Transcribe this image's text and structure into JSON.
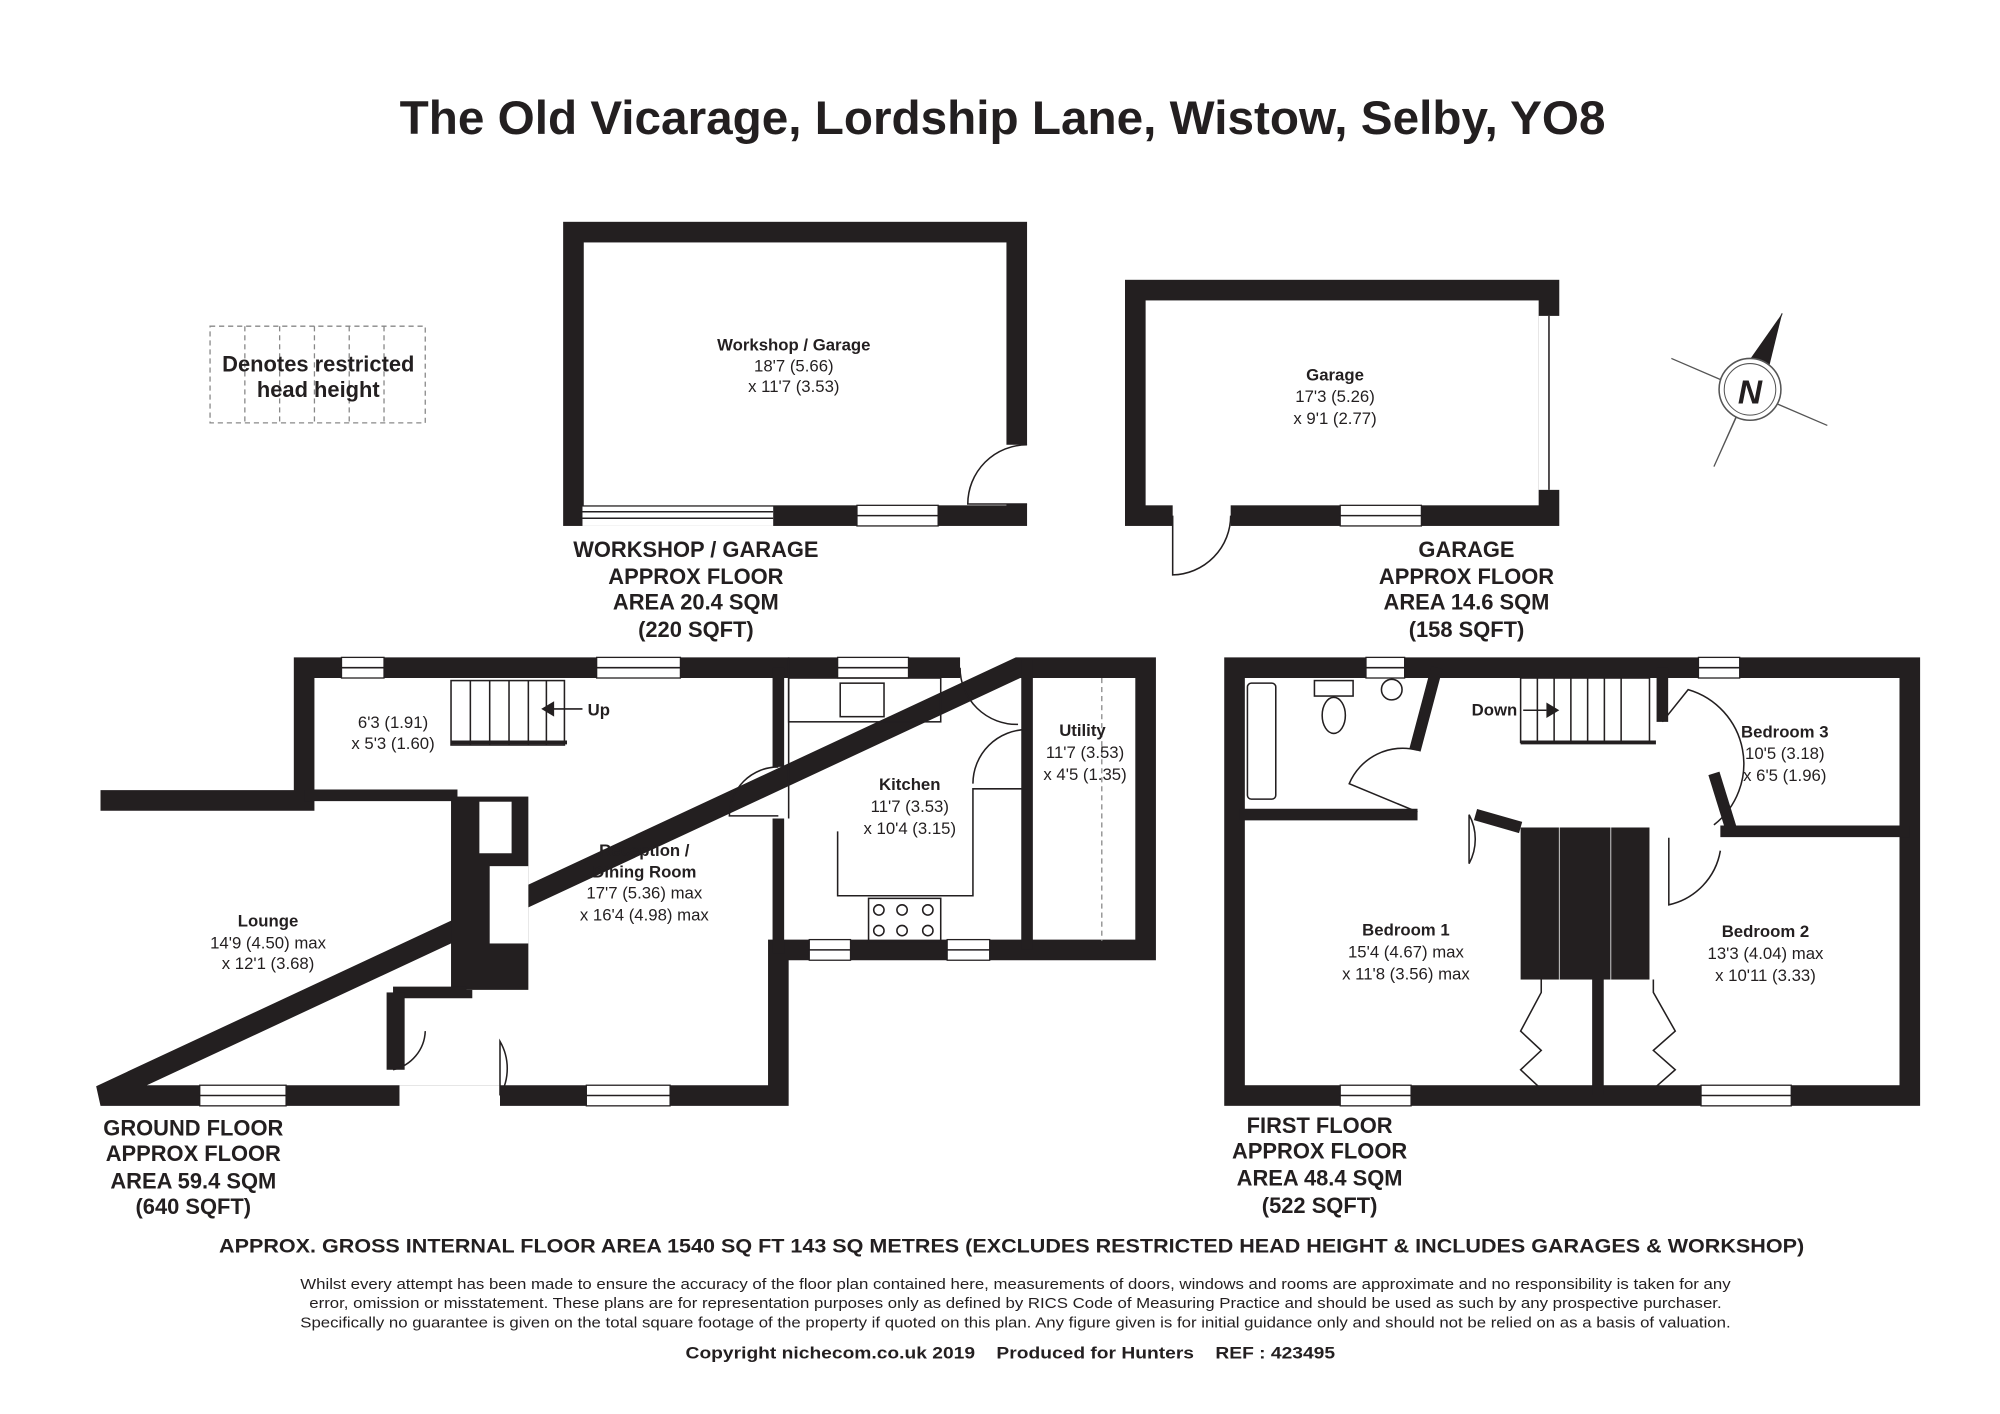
{
  "title": "The Old Vicarage, Lordship Lane, Wistow, Selby, YO8",
  "legend": {
    "line1": "Denotes restricted",
    "line2": "head height"
  },
  "compass": {
    "label": "N"
  },
  "workshop": {
    "room": {
      "name": "Workshop / Garage",
      "dim1": "18'7 (5.66)",
      "dim2": "x 11'7 (3.53)"
    },
    "caption": [
      "WORKSHOP / GARAGE",
      "APPROX FLOOR",
      "AREA 20.4 SQM",
      "(220 SQFT)"
    ]
  },
  "garage": {
    "room": {
      "name": "Garage",
      "dim1": "17'3 (5.26)",
      "dim2": "x 9'1 (2.77)"
    },
    "caption": [
      "GARAGE",
      "APPROX FLOOR",
      "AREA 14.6 SQM",
      "(158 SQFT)"
    ]
  },
  "ground_floor": {
    "rooms": {
      "store": {
        "dim1": "6'3 (1.91)",
        "dim2": "x 5'3 (1.60)"
      },
      "stairs_label": "Up",
      "lounge": {
        "name": "Lounge",
        "dim1": "14'9 (4.50) max",
        "dim2": "x 12'1 (3.68)"
      },
      "reception": {
        "name1": "Reception /",
        "name2": "Dining Room",
        "dim1": "17'7 (5.36) max",
        "dim2": "x 16'4 (4.98) max"
      },
      "kitchen": {
        "name": "Kitchen",
        "dim1": "11'7 (3.53)",
        "dim2": "x 10'4 (3.15)"
      },
      "utility": {
        "name": "Utility",
        "dim1": "11'7 (3.53)",
        "dim2": "x 4'5 (1.35)"
      }
    },
    "caption": [
      "GROUND FLOOR",
      "APPROX FLOOR",
      "AREA 59.4 SQM",
      "(640 SQFT)"
    ]
  },
  "first_floor": {
    "rooms": {
      "stairs_label": "Down",
      "bedroom3": {
        "name": "Bedroom 3",
        "dim1": "10'5 (3.18)",
        "dim2": "x 6'5 (1.96)"
      },
      "bedroom1": {
        "name": "Bedroom 1",
        "dim1": "15'4 (4.67) max",
        "dim2": "x 11'8 (3.56) max"
      },
      "bedroom2": {
        "name": "Bedroom 2",
        "dim1": "13'3 (4.04) max",
        "dim2": "x 10'11 (3.33)"
      }
    },
    "caption": [
      "FIRST FLOOR",
      "APPROX FLOOR",
      "AREA 48.4 SQM",
      "(522 SQFT)"
    ]
  },
  "footer": {
    "gross_area": "APPROX. GROSS INTERNAL FLOOR AREA 1540 SQ FT 143 SQ METRES (EXCLUDES RESTRICTED HEAD HEIGHT & INCLUDES GARAGES & WORKSHOP)",
    "disclaimer": [
      "Whilst every attempt has been made to ensure the accuracy of the floor plan contained here, measurements of doors, windows and rooms are approximate and no responsibility is taken for any",
      "error, omission or misstatement. These plans are for representation purposes only as defined by RICS Code of Measuring Practice and should be used as such by any prospective purchaser.",
      "Specifically no guarantee is given on the total square footage of the property if quoted on this plan. Any figure given is for initial guidance only and should not be relied on as a basis of valuation."
    ],
    "copyright": "Copyright nichecom.co.uk 2019    Produced for Hunters    REF : 423495"
  }
}
